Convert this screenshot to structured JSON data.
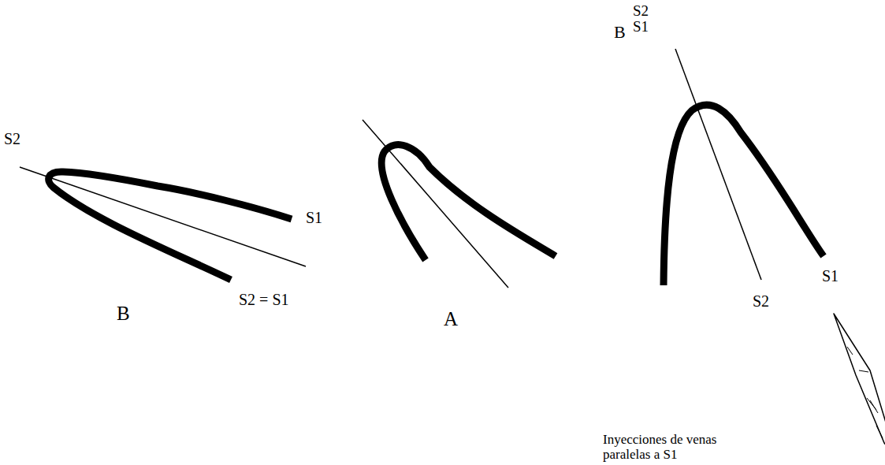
{
  "diagram": {
    "labels": [
      "S2",
      "S1",
      "B",
      "S2 = S1",
      "A",
      "B",
      "S2",
      "S1",
      "S2",
      "S1",
      "Inyecciones de venas paralelas a S1"
    ]
  }
}
